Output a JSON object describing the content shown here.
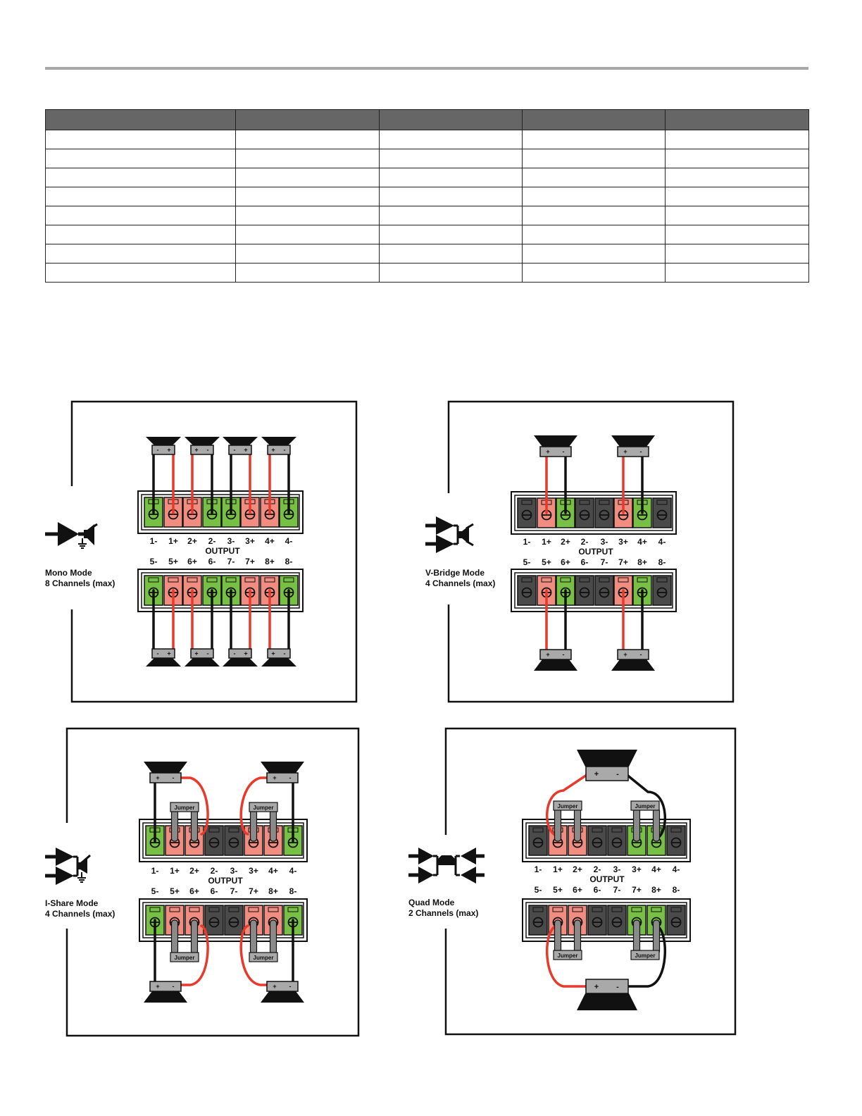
{
  "table": {
    "columns": 5,
    "body_rows": 8
  },
  "colors": {
    "positive": "#f08c80",
    "negative": "#77c045",
    "unused": "#4a4a4a",
    "wire_red": "#e8392a",
    "wire_black": "#111111",
    "label_bg": "#a9a9a9"
  },
  "terminal_labels": {
    "top": [
      "1-",
      "1+",
      "2+",
      "2-",
      "3-",
      "3+",
      "4+",
      "4-"
    ],
    "bottom": [
      "5-",
      "5+",
      "6+",
      "6-",
      "7-",
      "7+",
      "8+",
      "8-"
    ],
    "output": "OUTPUT"
  },
  "speaker_labels": {
    "neg_pos": [
      "-",
      "+"
    ],
    "pos_neg": [
      "+",
      "-"
    ]
  },
  "jumper_label": "Jumper",
  "panels": [
    {
      "id": "mono",
      "mode": "Mono Mode",
      "channels": "8 Channels (max)",
      "top_colors": [
        "negative",
        "positive",
        "positive",
        "negative",
        "negative",
        "positive",
        "positive",
        "negative"
      ],
      "bottom_colors": [
        "negative",
        "positive",
        "positive",
        "negative",
        "negative",
        "positive",
        "positive",
        "negative"
      ]
    },
    {
      "id": "vbridge",
      "mode": "V-Bridge Mode",
      "channels": "4 Channels (max)",
      "top_colors": [
        "unused",
        "positive",
        "negative",
        "unused",
        "unused",
        "positive",
        "negative",
        "unused"
      ],
      "bottom_colors": [
        "unused",
        "positive",
        "negative",
        "unused",
        "unused",
        "positive",
        "negative",
        "unused"
      ]
    },
    {
      "id": "ishare",
      "mode": "I-Share Mode",
      "channels": "4 Channels (max)",
      "top_colors": [
        "negative",
        "positive",
        "positive",
        "unused",
        "unused",
        "positive",
        "positive",
        "negative"
      ],
      "bottom_colors": [
        "negative",
        "positive",
        "positive",
        "unused",
        "unused",
        "positive",
        "positive",
        "negative"
      ]
    },
    {
      "id": "quad",
      "mode": "Quad Mode",
      "channels": "2 Channels (max)",
      "top_colors": [
        "unused",
        "positive",
        "positive",
        "unused",
        "unused",
        "negative",
        "negative",
        "unused"
      ],
      "bottom_colors": [
        "unused",
        "positive",
        "positive",
        "unused",
        "unused",
        "negative",
        "negative",
        "unused"
      ]
    }
  ]
}
